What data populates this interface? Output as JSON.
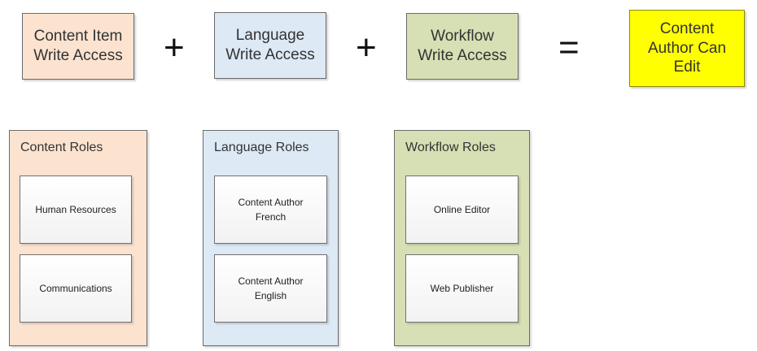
{
  "equation": {
    "terms": [
      {
        "label": "Content Item\nWrite Access",
        "color": "#fbe3d0"
      },
      {
        "label": "Language\nWrite Access",
        "color": "#dde9f5"
      },
      {
        "label": "Workflow\nWrite Access",
        "color": "#d7e0b5"
      }
    ],
    "result": {
      "label": "Content\nAuthor Can\nEdit",
      "color": "#ffff00"
    },
    "plus": "+",
    "equals": "="
  },
  "groups": [
    {
      "title": "Content Roles",
      "color": "#fbe3d0",
      "roles": [
        "Human Resources",
        "Communications"
      ]
    },
    {
      "title": "Language Roles",
      "color": "#dde9f5",
      "roles": [
        "Content Author\nFrench",
        "Content Author\nEnglish"
      ]
    },
    {
      "title": "Workflow Roles",
      "color": "#d7e0b5",
      "roles": [
        "Online Editor",
        "Web Publisher"
      ]
    }
  ]
}
